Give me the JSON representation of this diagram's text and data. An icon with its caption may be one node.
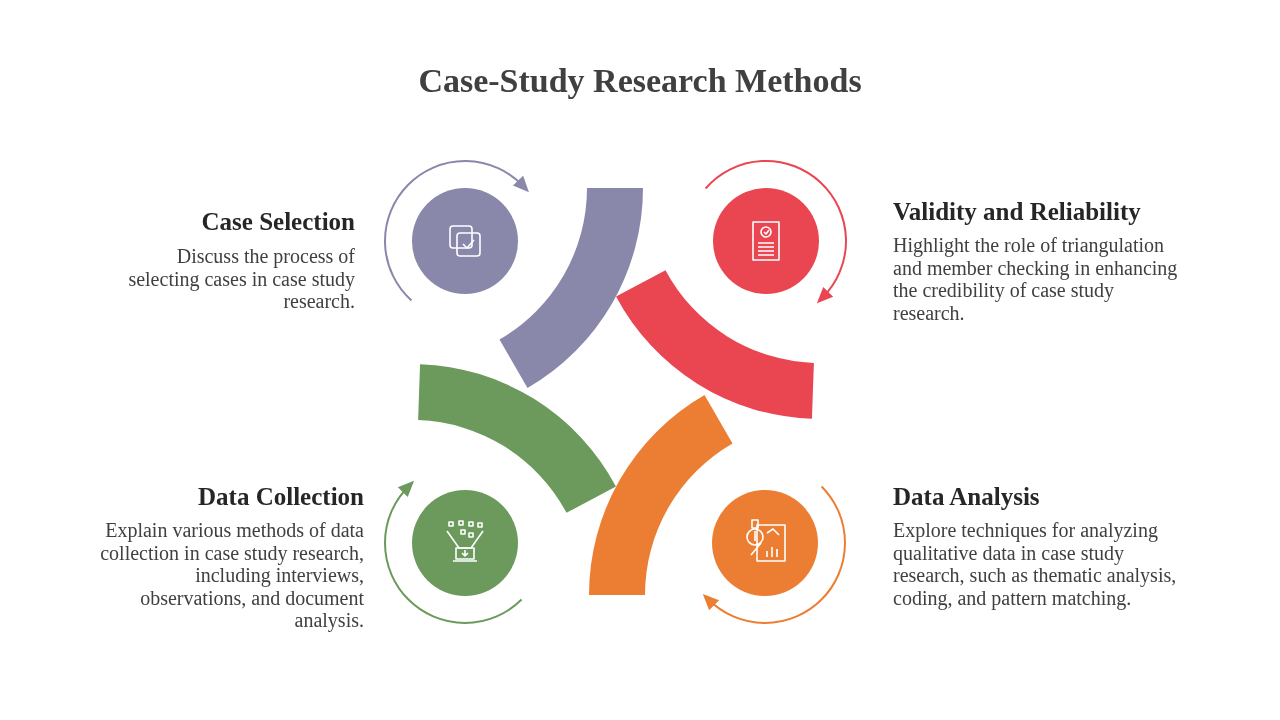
{
  "diagram": {
    "title": "Case-Study Research Methods",
    "labels": [
      "Case Selection",
      "Discuss the process of selecting cases in case study research.",
      "Validity and Reliability",
      "Highlight the role of triangulation and member checking in enhancing the credibility of case study research.",
      "Data Collection",
      "Explain various methods of data collection in case study research, including interviews, observations, and document analysis.",
      "Data Analysis",
      "Explore techniques for analyzing qualitative data in case study research, such as thematic analysis, coding, and pattern matching."
    ]
  }
}
